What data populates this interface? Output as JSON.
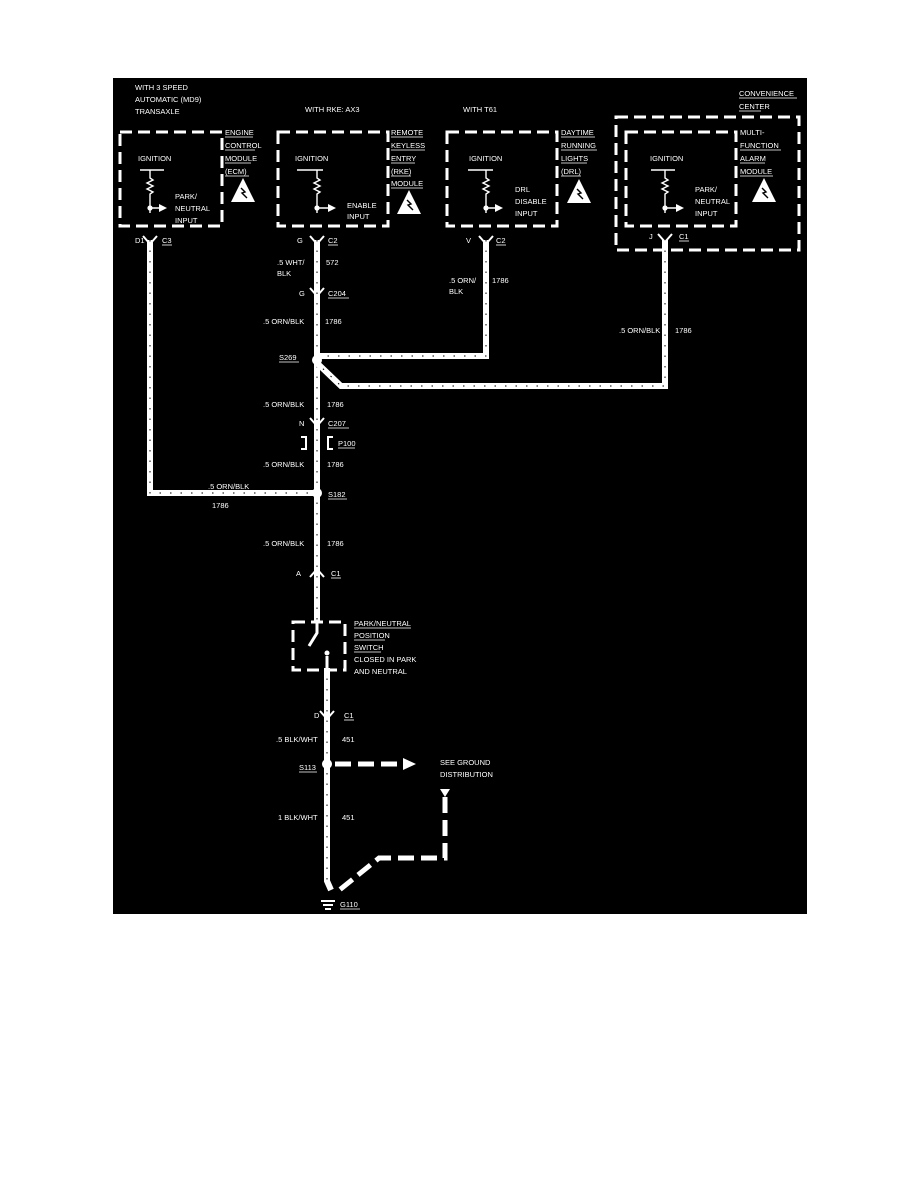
{
  "headers": {
    "transaxle": [
      "WITH 3 SPEED",
      "AUTOMATIC (MD9)",
      "TRANSAXLE"
    ],
    "rke": "WITH RKE: AX3",
    "t61": "WITH T61",
    "convenience": [
      "CONVENIENCE",
      "CENTER"
    ]
  },
  "modules": {
    "ecm": {
      "title": [
        "ENGINE",
        "CONTROL",
        "MODULE",
        "(ECM)"
      ],
      "ignition": "IGNITION",
      "input": [
        "PARK/",
        "NEUTRAL",
        "INPUT"
      ],
      "pin": "D1",
      "connector": "C3"
    },
    "rke": {
      "title": [
        "REMOTE",
        "KEYLESS",
        "ENTRY",
        "(RKE)",
        "MODULE"
      ],
      "ignition": "IGNITION",
      "input": [
        "ENABLE",
        "INPUT"
      ],
      "pin": "G",
      "connector": "C2"
    },
    "drl": {
      "title": [
        "DAYTIME",
        "RUNNING",
        "LIGHTS",
        "(DRL)"
      ],
      "ignition": "IGNITION",
      "input": [
        "DRL",
        "DISABLE",
        "INPUT"
      ],
      "pin": "V",
      "connector": "C2"
    },
    "mfa": {
      "title": [
        "MULTI-",
        "FUNCTION",
        "ALARM",
        "MODULE"
      ],
      "ignition": "IGNITION",
      "input": [
        "PARK/",
        "NEUTRAL",
        "INPUT"
      ],
      "pin": "J",
      "connector": "C1"
    }
  },
  "wires": {
    "rke_out": {
      "color": ".5 WHT/",
      "color2": "BLK",
      "circuit": "572"
    },
    "c204": {
      "pin": "G",
      "connector": "C204"
    },
    "after_c204": {
      "color": ".5 ORN/BLK",
      "circuit": "1786"
    },
    "drl_out": {
      "color": ".5 ORN/",
      "color2": "BLK",
      "circuit": "1786"
    },
    "mfa_out": {
      "color": ".5 ORN/BLK",
      "circuit": "1786"
    },
    "s269": "S269",
    "after_s269": {
      "color": ".5 ORN/BLK",
      "circuit": "1786"
    },
    "c207": {
      "pin": "N",
      "connector": "C207"
    },
    "p100": "P100",
    "after_p100": {
      "color": ".5 ORN/BLK",
      "circuit": "1786"
    },
    "ecm_out": {
      "color": ".5 ORN/BLK",
      "circuit": "1786"
    },
    "s182": "S182",
    "after_s182": {
      "color": ".5 ORN/BLK",
      "circuit": "1786"
    },
    "switch_top": {
      "pin": "A",
      "connector": "C1"
    },
    "switch_bottom": {
      "pin": "D",
      "connector": "C1"
    },
    "after_switch": {
      "color": ".5 BLK/WHT",
      "circuit": "451"
    },
    "s113": "S113",
    "after_s113": {
      "color": "1 BLK/WHT",
      "circuit": "451"
    },
    "ground": "G110",
    "ground_ref": [
      "SEE GROUND",
      "DISTRIBUTION"
    ]
  },
  "switch": {
    "title": [
      "PARK/NEUTRAL",
      "POSITION",
      "SWITCH"
    ],
    "note": [
      "CLOSED IN PARK",
      "AND NEUTRAL"
    ]
  },
  "colors": {
    "background": "#000000",
    "ink": "#ffffff",
    "page": "#ffffff"
  },
  "icons": [
    "esd-warning-icon",
    "ground-symbol-icon",
    "splice-dot-icon",
    "connector-arrow-icon",
    "resistor-icon"
  ]
}
